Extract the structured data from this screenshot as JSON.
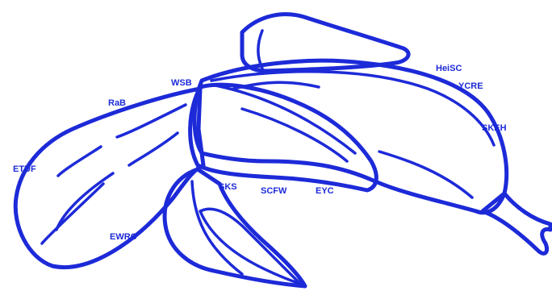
{
  "colors": {
    "outline": "#1d2ad8",
    "fruit": "#f7d400",
    "peel_inner": "#ffffff",
    "background": "#ffffff"
  },
  "labels": {
    "wsb": "WSB",
    "rab": "RaB",
    "heisc": "HeiSC",
    "ycre": "YCRE",
    "skeh": "SKEH",
    "etuf": "ETUF",
    "sks": "SKS",
    "scfw": "SCFW",
    "eyc": "EYC",
    "ewrc": "EWRC"
  }
}
